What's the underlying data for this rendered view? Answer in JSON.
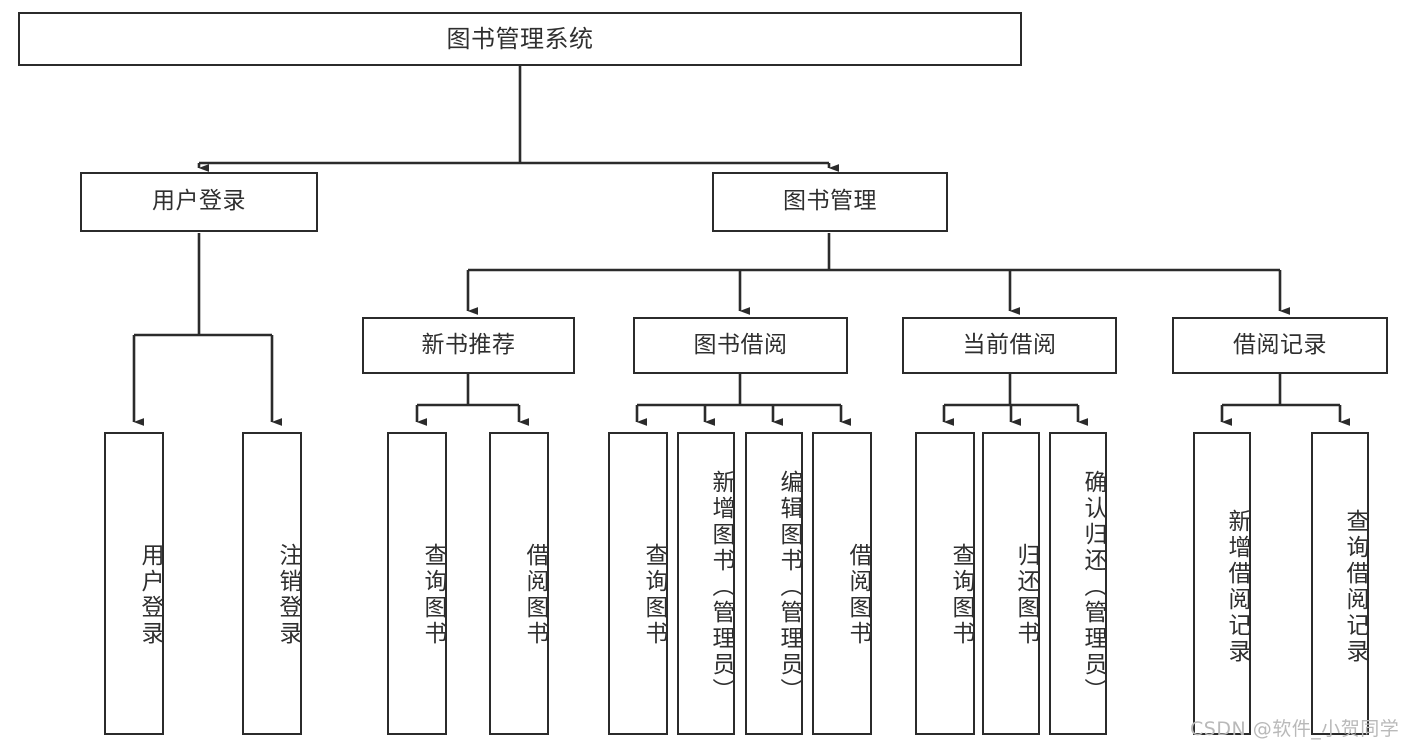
{
  "diagram": {
    "title": "图书管理系统",
    "type": "tree-hierarchy",
    "watermark": "CSDN @软件_小贺同学",
    "colors": {
      "border": "#2b2b2b",
      "text": "#2f2f2f",
      "background": "#ffffff",
      "watermark": "#b9b9b9"
    },
    "root": {
      "label": "图书管理系统"
    },
    "level1": [
      {
        "label": "用户登录"
      },
      {
        "label": "图书管理"
      }
    ],
    "level2": [
      {
        "label": "新书推荐"
      },
      {
        "label": "图书借阅"
      },
      {
        "label": "当前借阅"
      },
      {
        "label": "借阅记录"
      }
    ],
    "leaves": {
      "user_login": [
        {
          "label": "用户登录"
        },
        {
          "label": "注销登录"
        }
      ],
      "new_book": [
        {
          "label": "查询图书"
        },
        {
          "label": "借阅图书"
        }
      ],
      "book_borrow": [
        {
          "label": "查询图书"
        },
        {
          "label": "新增图书（管理员）"
        },
        {
          "label": "编辑图书（管理员）"
        },
        {
          "label": "借阅图书"
        }
      ],
      "current_borrow": [
        {
          "label": "查询图书"
        },
        {
          "label": "归还图书"
        },
        {
          "label": "确认归还（管理员）"
        }
      ],
      "borrow_record": [
        {
          "label": "新增借阅记录"
        },
        {
          "label": "查询借阅记录"
        }
      ]
    }
  }
}
